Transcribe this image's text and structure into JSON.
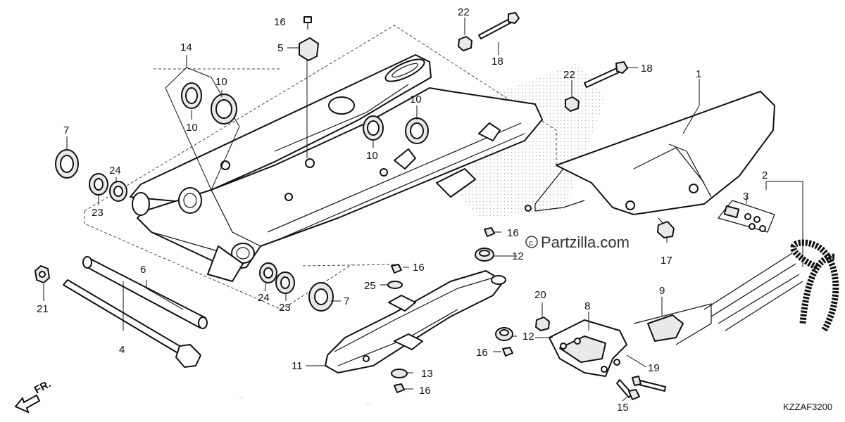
{
  "watermark": "Partzilla.com",
  "diagram_code": "KZZAF3200",
  "front_marker": "FR.",
  "fine_print_lines": [
    "...",
    "..."
  ],
  "callouts": [
    {
      "id": "c1",
      "num": "1"
    },
    {
      "id": "c2",
      "num": "2"
    },
    {
      "id": "c3",
      "num": "3"
    },
    {
      "id": "c4",
      "num": "4"
    },
    {
      "id": "c5",
      "num": "5"
    },
    {
      "id": "c6",
      "num": "6"
    },
    {
      "id": "c7a",
      "num": "7"
    },
    {
      "id": "c7b",
      "num": "7"
    },
    {
      "id": "c8",
      "num": "8"
    },
    {
      "id": "c9",
      "num": "9"
    },
    {
      "id": "c10a",
      "num": "10"
    },
    {
      "id": "c10b",
      "num": "10"
    },
    {
      "id": "c10c",
      "num": "10"
    },
    {
      "id": "c10d",
      "num": "10"
    },
    {
      "id": "c11",
      "num": "11"
    },
    {
      "id": "c12a",
      "num": "12"
    },
    {
      "id": "c12b",
      "num": "12"
    },
    {
      "id": "c13",
      "num": "13"
    },
    {
      "id": "c14",
      "num": "14"
    },
    {
      "id": "c15",
      "num": "15"
    },
    {
      "id": "c16a",
      "num": "16"
    },
    {
      "id": "c16b",
      "num": "16"
    },
    {
      "id": "c16c",
      "num": "16"
    },
    {
      "id": "c16d",
      "num": "16"
    },
    {
      "id": "c16e",
      "num": "16"
    },
    {
      "id": "c17",
      "num": "17"
    },
    {
      "id": "c18a",
      "num": "18"
    },
    {
      "id": "c18b",
      "num": "18"
    },
    {
      "id": "c19",
      "num": "19"
    },
    {
      "id": "c20",
      "num": "20"
    },
    {
      "id": "c21",
      "num": "21"
    },
    {
      "id": "c22a",
      "num": "22"
    },
    {
      "id": "c22b",
      "num": "22"
    },
    {
      "id": "c23a",
      "num": "23"
    },
    {
      "id": "c23b",
      "num": "23"
    },
    {
      "id": "c24a",
      "num": "24"
    },
    {
      "id": "c24b",
      "num": "24"
    },
    {
      "id": "c25",
      "num": "25"
    }
  ]
}
